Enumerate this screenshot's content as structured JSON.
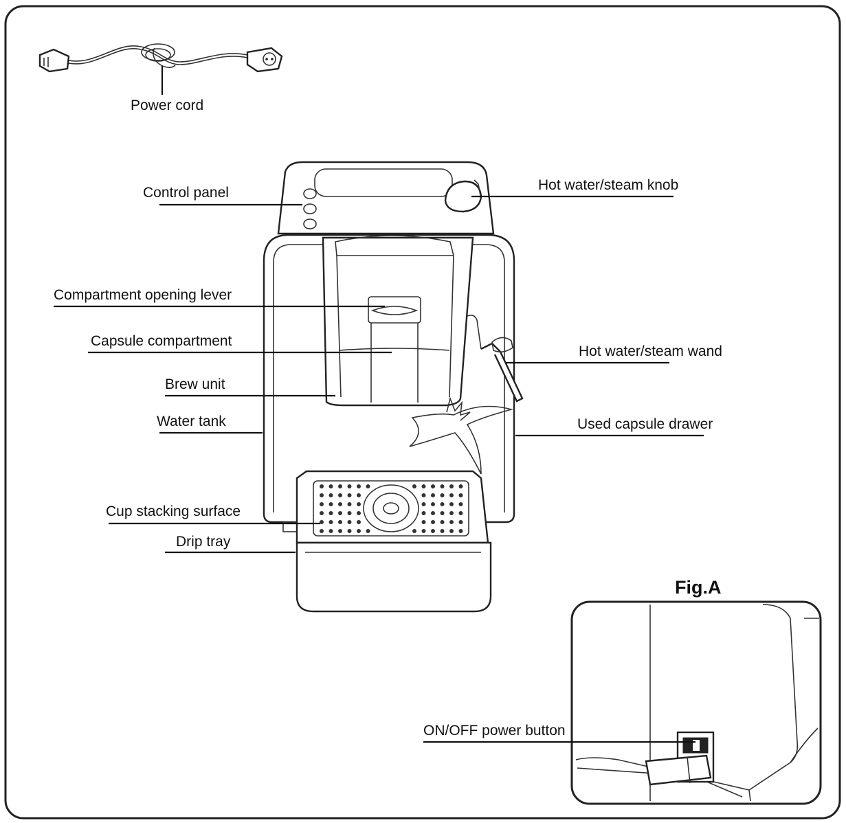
{
  "figure_label": "Fig.A",
  "labels": {
    "power_cord": "Power cord",
    "control_panel": "Control panel",
    "compartment_opening_lever": "Compartment opening lever",
    "capsule_compartment": "Capsule compartment",
    "brew_unit": "Brew unit",
    "water_tank": "Water tank",
    "cup_stacking_surface": "Cup stacking surface",
    "drip_tray": "Drip tray",
    "hot_water_steam_knob": "Hot water/steam knob",
    "hot_water_steam_wand": "Hot water/steam wand",
    "used_capsule_drawer": "Used capsule drawer",
    "on_off_power_button": "ON/OFF power button"
  },
  "colors": {
    "line": "#111111",
    "background": "#ffffff"
  }
}
